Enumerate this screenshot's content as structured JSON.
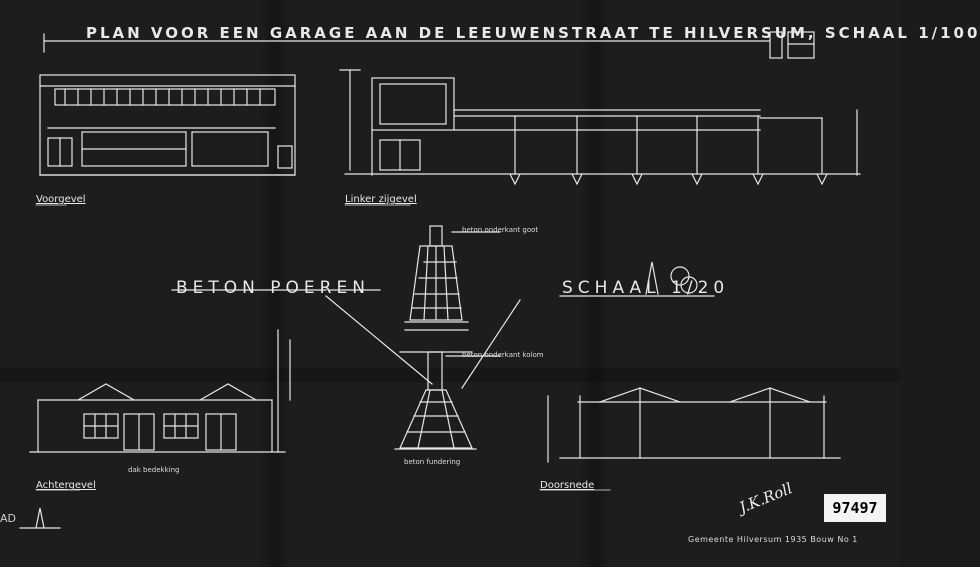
{
  "sheet": {
    "title": "Plan voor een garage aan de Leeuwenstraat te Hilversum, schaal 1/100",
    "labels": {
      "front_view": "Voorgevel",
      "side_view": "Linker zijgevel",
      "concrete_piers": "Beton poeren",
      "scale": "Schaal 1/20",
      "rear_view": "Achtergevel",
      "cross_section": "Doorsnede"
    },
    "annotations": {
      "pier_note_top": "beton onderkant goot",
      "pier_note_bottom": "beton onderkant kolom",
      "rear_note": "dak bedekking",
      "pier_base_note": "beton fundering"
    },
    "archive_number": "97497",
    "signature": "J.K.Roll",
    "stamp": "Gemeente Hilversum 1935 Bouw No 1",
    "corner_mark": "AD"
  },
  "colors": {
    "paper": "#1d1d1d",
    "line": "#e6e6e6",
    "box": "#f4f4f4"
  }
}
